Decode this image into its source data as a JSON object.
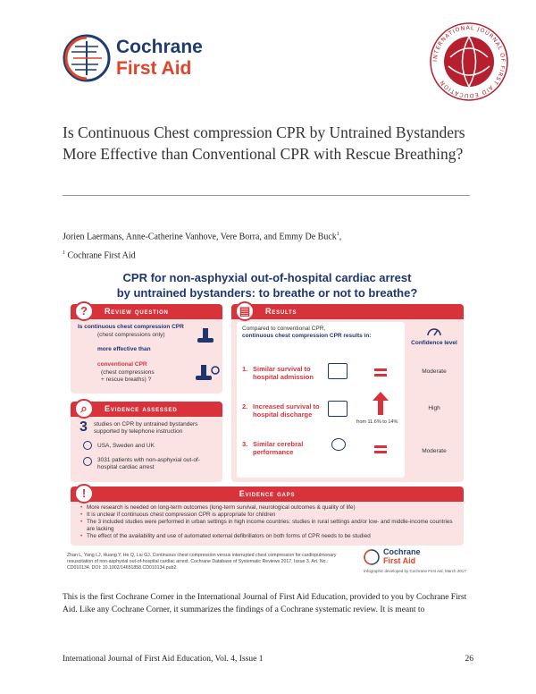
{
  "header": {
    "logo_line1": "Cochrane",
    "logo_line2": "First Aid",
    "seal_text": "INTERNATIONAL JOURNAL OF FIRST AID EDUCATION"
  },
  "article": {
    "title": "Is Continuous Chest compression CPR by Untrained Bystanders More Effective than Conventional CPR with Rescue Breathing?",
    "authors": "Jorien Laermans, Anne-Catherine Vanhove, Vere Borra, and Emmy De Buck",
    "authors_sup": "1",
    "affil_sup": "1",
    "affiliation": "Cochrane First Aid"
  },
  "infographic": {
    "title_line1": "CPR for non-asphyxial out-of-hospital cardiac arrest",
    "title_line2": "by untrained bystanders: to breathe or not to breathe?",
    "review_question": {
      "heading": "Review question",
      "line1": "Is continuous chest compression CPR",
      "line2": "(chest compressions only)",
      "line3": "more effective than",
      "line4": "conventional CPR",
      "line5": "(chest compressions",
      "line6": "+ rescue breaths) ?"
    },
    "evidence": {
      "heading": "Evidence assessed",
      "count": "3",
      "studies": "studies on CPR by untrained bystanders supported by telephone instruction",
      "countries": "USA, Sweden and UK",
      "patients": "3031 patients with non-asphyxial out-of-hospital cardiac arrest"
    },
    "results": {
      "heading": "Results",
      "intro1": "Compared to conventional CPR,",
      "intro2": "continuous chest compression CPR results in:",
      "confidence_label": "Confidence level",
      "items": [
        {
          "num": "1.",
          "text": "Similar survival to hospital admission",
          "confidence": "Moderate"
        },
        {
          "num": "2.",
          "text": "Increased survival to hospital discharge",
          "note": "from 11.6% to 14%",
          "confidence": "High"
        },
        {
          "num": "3.",
          "text": "Similar cerebral performance",
          "confidence": "Moderate"
        }
      ]
    },
    "gaps": {
      "heading": "Evidence gaps",
      "bullets": [
        "More research is needed on long-term outcomes (long-term survival, neurological outcomes & quality of life)",
        "It is unclear if continuous chest compression CPR is appropriate for children",
        "The 3 included studies were performed in urban settings in high income countries: studies in rural settings and/or low- and middle-income countries are lacking",
        "The effect of the availability and use of automated external defibrillators on both forms of CPR needs to be studied"
      ]
    },
    "citation": "Zhan L, Yang LJ, Huang Y, He Q, Liu GJ. Continuous chest compression versus interrupted chest compression for cardiopulmonary resuscitation of non-asphyxial out-of-hospital cardiac arrest. Cochrane Database of Systematic Reviews 2017, Issue 3. Art. No.: CD010134. DOI: 10.1002/14651858.CD010134.pub2.",
    "mini_logo1": "Cochrane",
    "mini_logo2": "First Aid",
    "mini_caption": "Infographic developed by Cochrane First Aid, March 2017"
  },
  "body": "This is the first Cochrane Corner in the International Journal of First Aid Education, provided to you by Cochrane First Aid. Like any Cochrane Corner, it summarizes the findings of a Cochrane systematic review. It is meant to",
  "footer": {
    "journal": "International Journal of First Aid Education, Vol. 4, Issue 1",
    "page": "26"
  },
  "colors": {
    "brand_navy": "#1e3c72",
    "brand_red": "#e0452a",
    "panel_red": "#d8333b",
    "panel_pink": "#fbe3e4",
    "seal_red": "#b51f2e"
  }
}
